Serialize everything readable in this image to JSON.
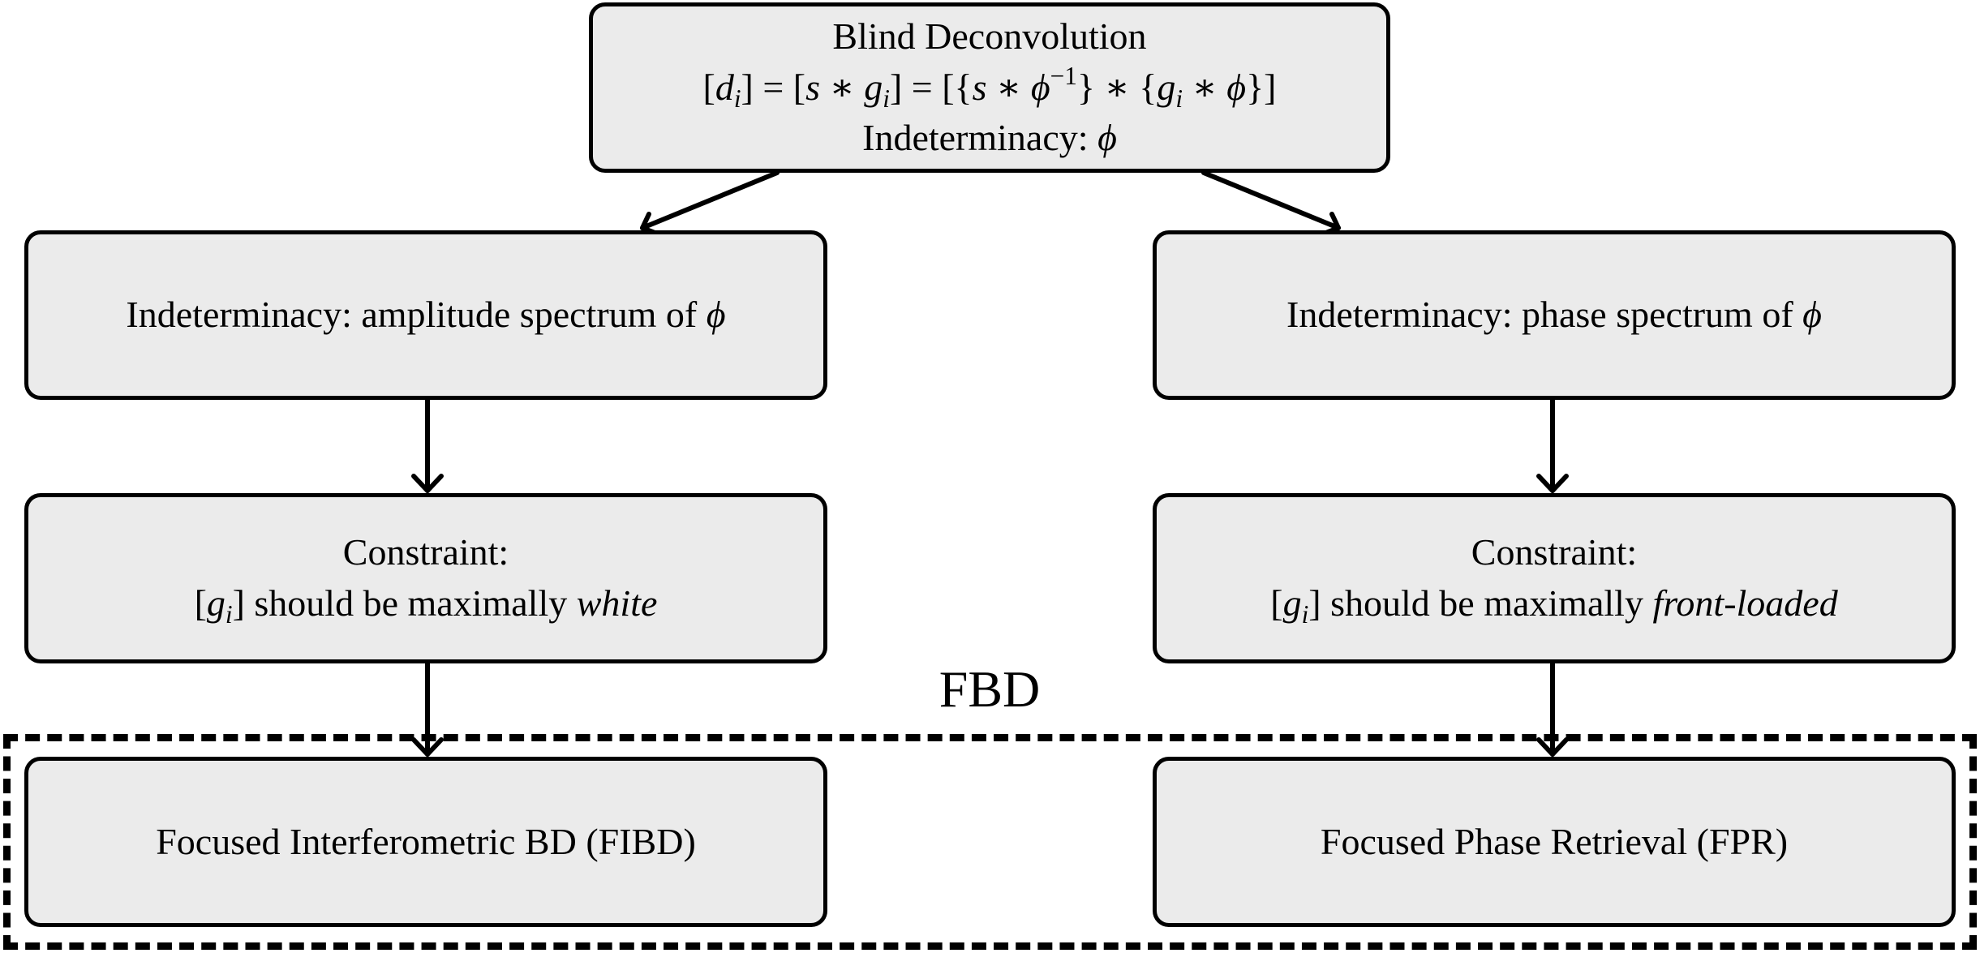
{
  "root": {
    "title": "Blind Deconvolution",
    "eq_d": "d",
    "eq_i": "i",
    "eq_s": "s",
    "eq_g": "g",
    "eq_phi": "ϕ",
    "eq_exp": "−1",
    "indeterminacy_label": "Indeterminacy:",
    "indeterminacy_symbol": "ϕ"
  },
  "left": {
    "indeterminacy_text": "Indeterminacy: amplitude spectrum of",
    "indeterminacy_symbol": "ϕ",
    "constraint_title": "Constraint:",
    "constraint_var": "g",
    "constraint_sub": "i",
    "constraint_text": "should be maximally",
    "constraint_emph": "white",
    "method": "Focused Interferometric BD (FIBD)"
  },
  "right": {
    "indeterminacy_text": "Indeterminacy: phase spectrum of",
    "indeterminacy_symbol": "ϕ",
    "constraint_title": "Constraint:",
    "constraint_var": "g",
    "constraint_sub": "i",
    "constraint_text": "should be maximally",
    "constraint_emph": "front-loaded",
    "method": "Focused Phase Retrieval (FPR)"
  },
  "group_label": "FBD"
}
